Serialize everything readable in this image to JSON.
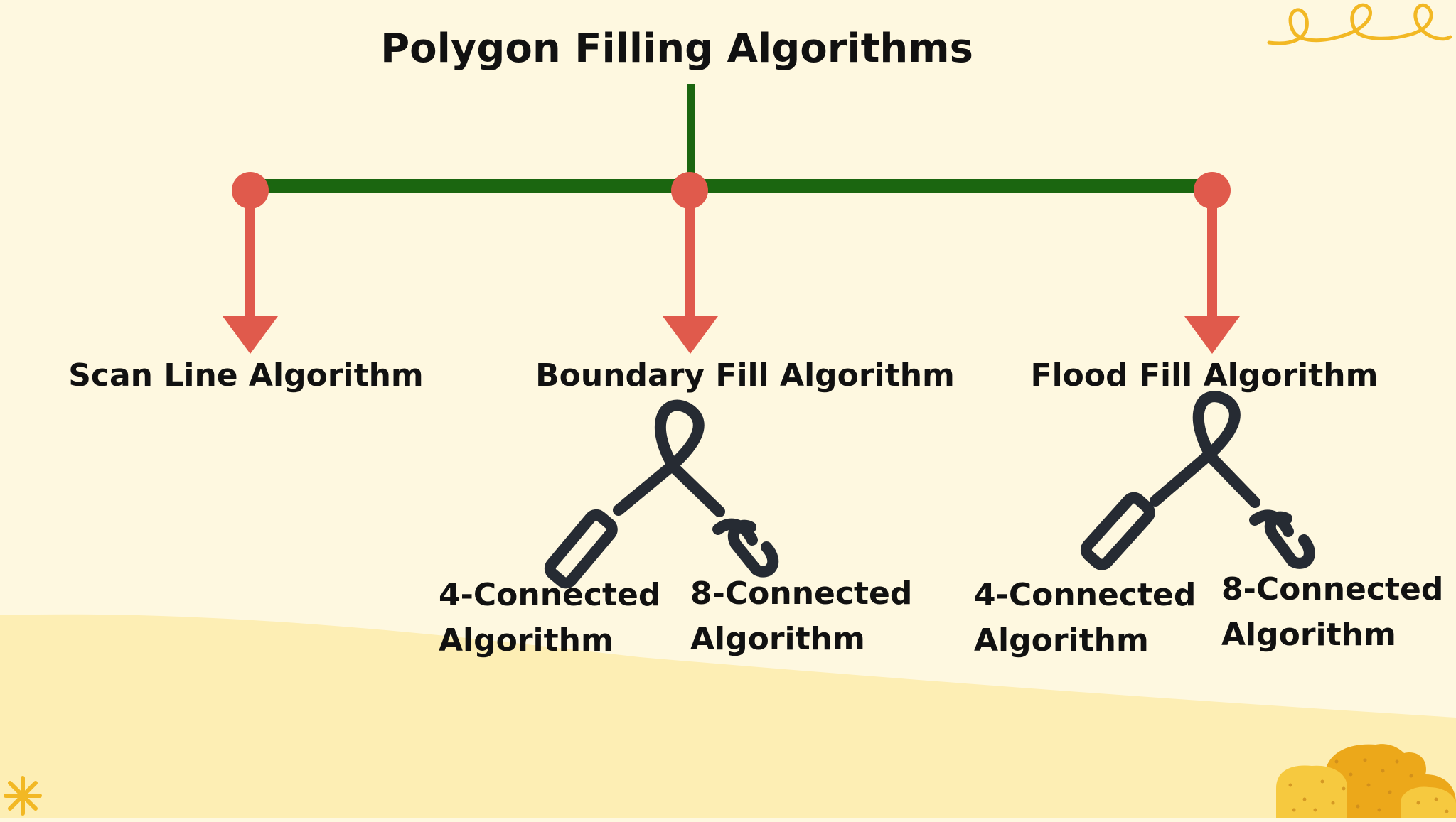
{
  "diagram": {
    "title": "Polygon Filling Algorithms",
    "branches": [
      {
        "label": "Scan Line Algorithm",
        "children": []
      },
      {
        "label": "Boundary Fill Algorithm",
        "children": [
          {
            "line1": "4-Connected",
            "line2": "Algorithm"
          },
          {
            "line1": "8-Connected",
            "line2": "Algorithm"
          }
        ]
      },
      {
        "label": "Flood Fill Algorithm",
        "children": [
          {
            "line1": "4-Connected",
            "line2": "Algorithm"
          },
          {
            "line1": "8-Connected",
            "line2": "Algorithm"
          }
        ]
      }
    ]
  },
  "colors": {
    "background": "#fef8e0",
    "ground": "#fdeeb4",
    "green_bar": "#1b6610",
    "red_arrow": "#e05a4c",
    "dark_chain": "#262b33",
    "yellow_decor": "#f2b824",
    "text": "#111111"
  },
  "decorations": {
    "top_right": "squiggle-icon",
    "bottom_left": "asterisk-icon",
    "bottom_right": "bushes-icon"
  }
}
